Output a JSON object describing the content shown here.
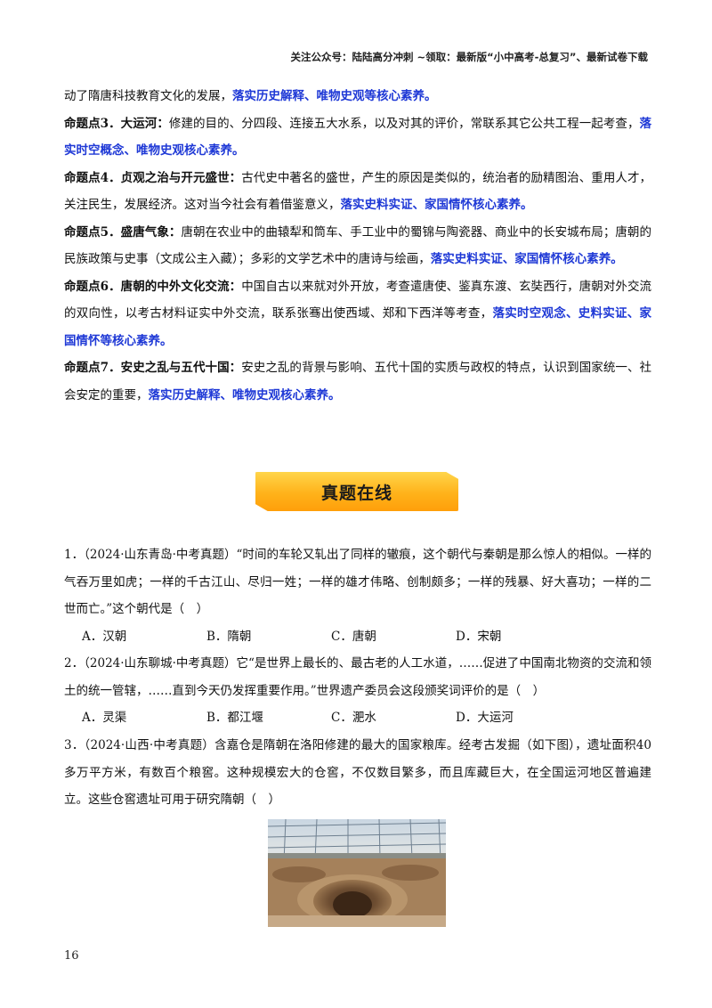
{
  "header": {
    "text": "关注公众号：陆陆高分冲刺 ~领取：最新版“小中高考-总复习”、最新试卷下载"
  },
  "intro": {
    "p1_text": "动了隋唐科技教育文化的发展，",
    "p1_hl": "落实历史解释、唯物史观等核心素养。",
    "p2_lead": "命题点3．大运河：",
    "p2_text": "修建的目的、分四段、连接五大水系，以及对其的评价，常联系其它公共工程一起考查，",
    "p2_hl": "落实时空概念、唯物史观核心素养。",
    "p3_lead": "命题点4．贞观之治与开元盛世：",
    "p3_text": "古代史中著名的盛世，产生的原因是类似的，统治者的励精图治、重用人才，关注民生，发展经济。这对当今社会有着借鉴意义，",
    "p3_hl": "落实史料实证、家国情怀核心素养。",
    "p4_lead": "命题点5．盛唐气象：",
    "p4_text": "唐朝在农业中的曲辕犁和筒车、手工业中的蜀锦与陶瓷器、商业中的长安城布局；唐朝的民族政策与史事（文成公主入藏）；多彩的文学艺术中的唐诗与绘画，",
    "p4_hl": "落实史料实证、家国情怀核心素养。",
    "p5_lead": "命题点6．唐朝的中外文化交流：",
    "p5_text": "中国自古以来就对外开放，考查遣唐使、鉴真东渡、玄奘西行，唐朝对外交流的双向性，以考古材料证实中外交流，联系张骞出使西域、郑和下西洋等考查，",
    "p5_hl": "落实时空观念、史料实证、家国情怀等核心素养。",
    "p6_lead": "命题点7．安史之乱与五代十国：",
    "p6_text": "安史之乱的背景与影响、五代十国的实质与政权的特点，认识到国家统一、社会安定的重要，",
    "p6_hl": "落实历史解释、唯物史观核心素养。"
  },
  "banner": {
    "title": "真题在线"
  },
  "questions": [
    {
      "stem": "1．（2024·山东青岛·中考真题）“时间的车轮又轧出了同样的辙痕，这个朝代与秦朝是那么惊人的相似。一样的气吞万里如虎；一样的千古江山、尽归一姓；一样的雄才伟略、创制颇多；一样的残暴、好大喜功；一样的二世而亡。”这个朝代是（　）",
      "options": [
        "A．汉朝",
        "B．隋朝",
        "C．唐朝",
        "D．宋朝"
      ]
    },
    {
      "stem": "2．（2024·山东聊城·中考真题）它“是世界上最长的、最古老的人工水道，……促进了中国南北物资的交流和领土的统一管辖，……直到今天仍发挥重要作用。”世界遗产委员会这段颁奖词评价的是（　）",
      "options": [
        "A．灵渠",
        "B．都江堰",
        "C．淝水",
        "D．大运河"
      ]
    },
    {
      "stem": "3．（2024·山西·中考真题）含嘉仓是隋朝在洛阳修建的最大的国家粮库。经考古发掘（如下图），遗址面积40多万平方米，有数百个粮窖。这种规模宏大的仓窖，不仅数目繁多，而且库藏巨大，在全国运河地区普遍建立。这些仓窖遗址可用于研究隋朝（　）"
    }
  ],
  "page": {
    "number": "16"
  },
  "colors": {
    "highlight": "#1f39d6",
    "banner": "#ffb21a"
  }
}
